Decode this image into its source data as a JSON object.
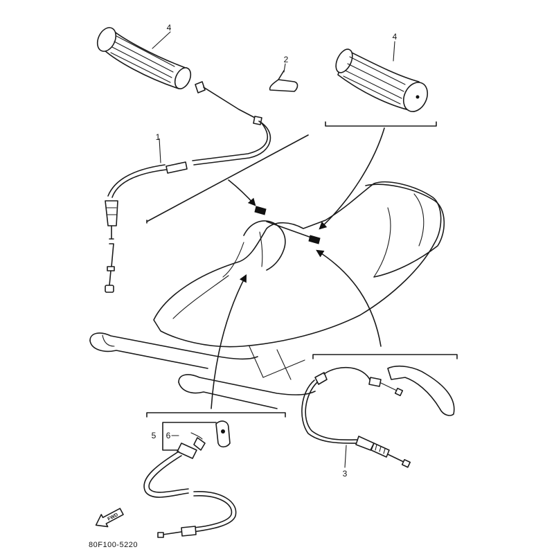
{
  "callouts": {
    "part_1": "1",
    "part_2": "2",
    "part_3": "3",
    "part_4_left": "4",
    "part_4_right": "4",
    "part_5": "5",
    "part_6": "6"
  },
  "fwd_label": "FWD",
  "drawing_code": "80F100-5220",
  "icons": [
    "fwd-arrow-icon"
  ]
}
